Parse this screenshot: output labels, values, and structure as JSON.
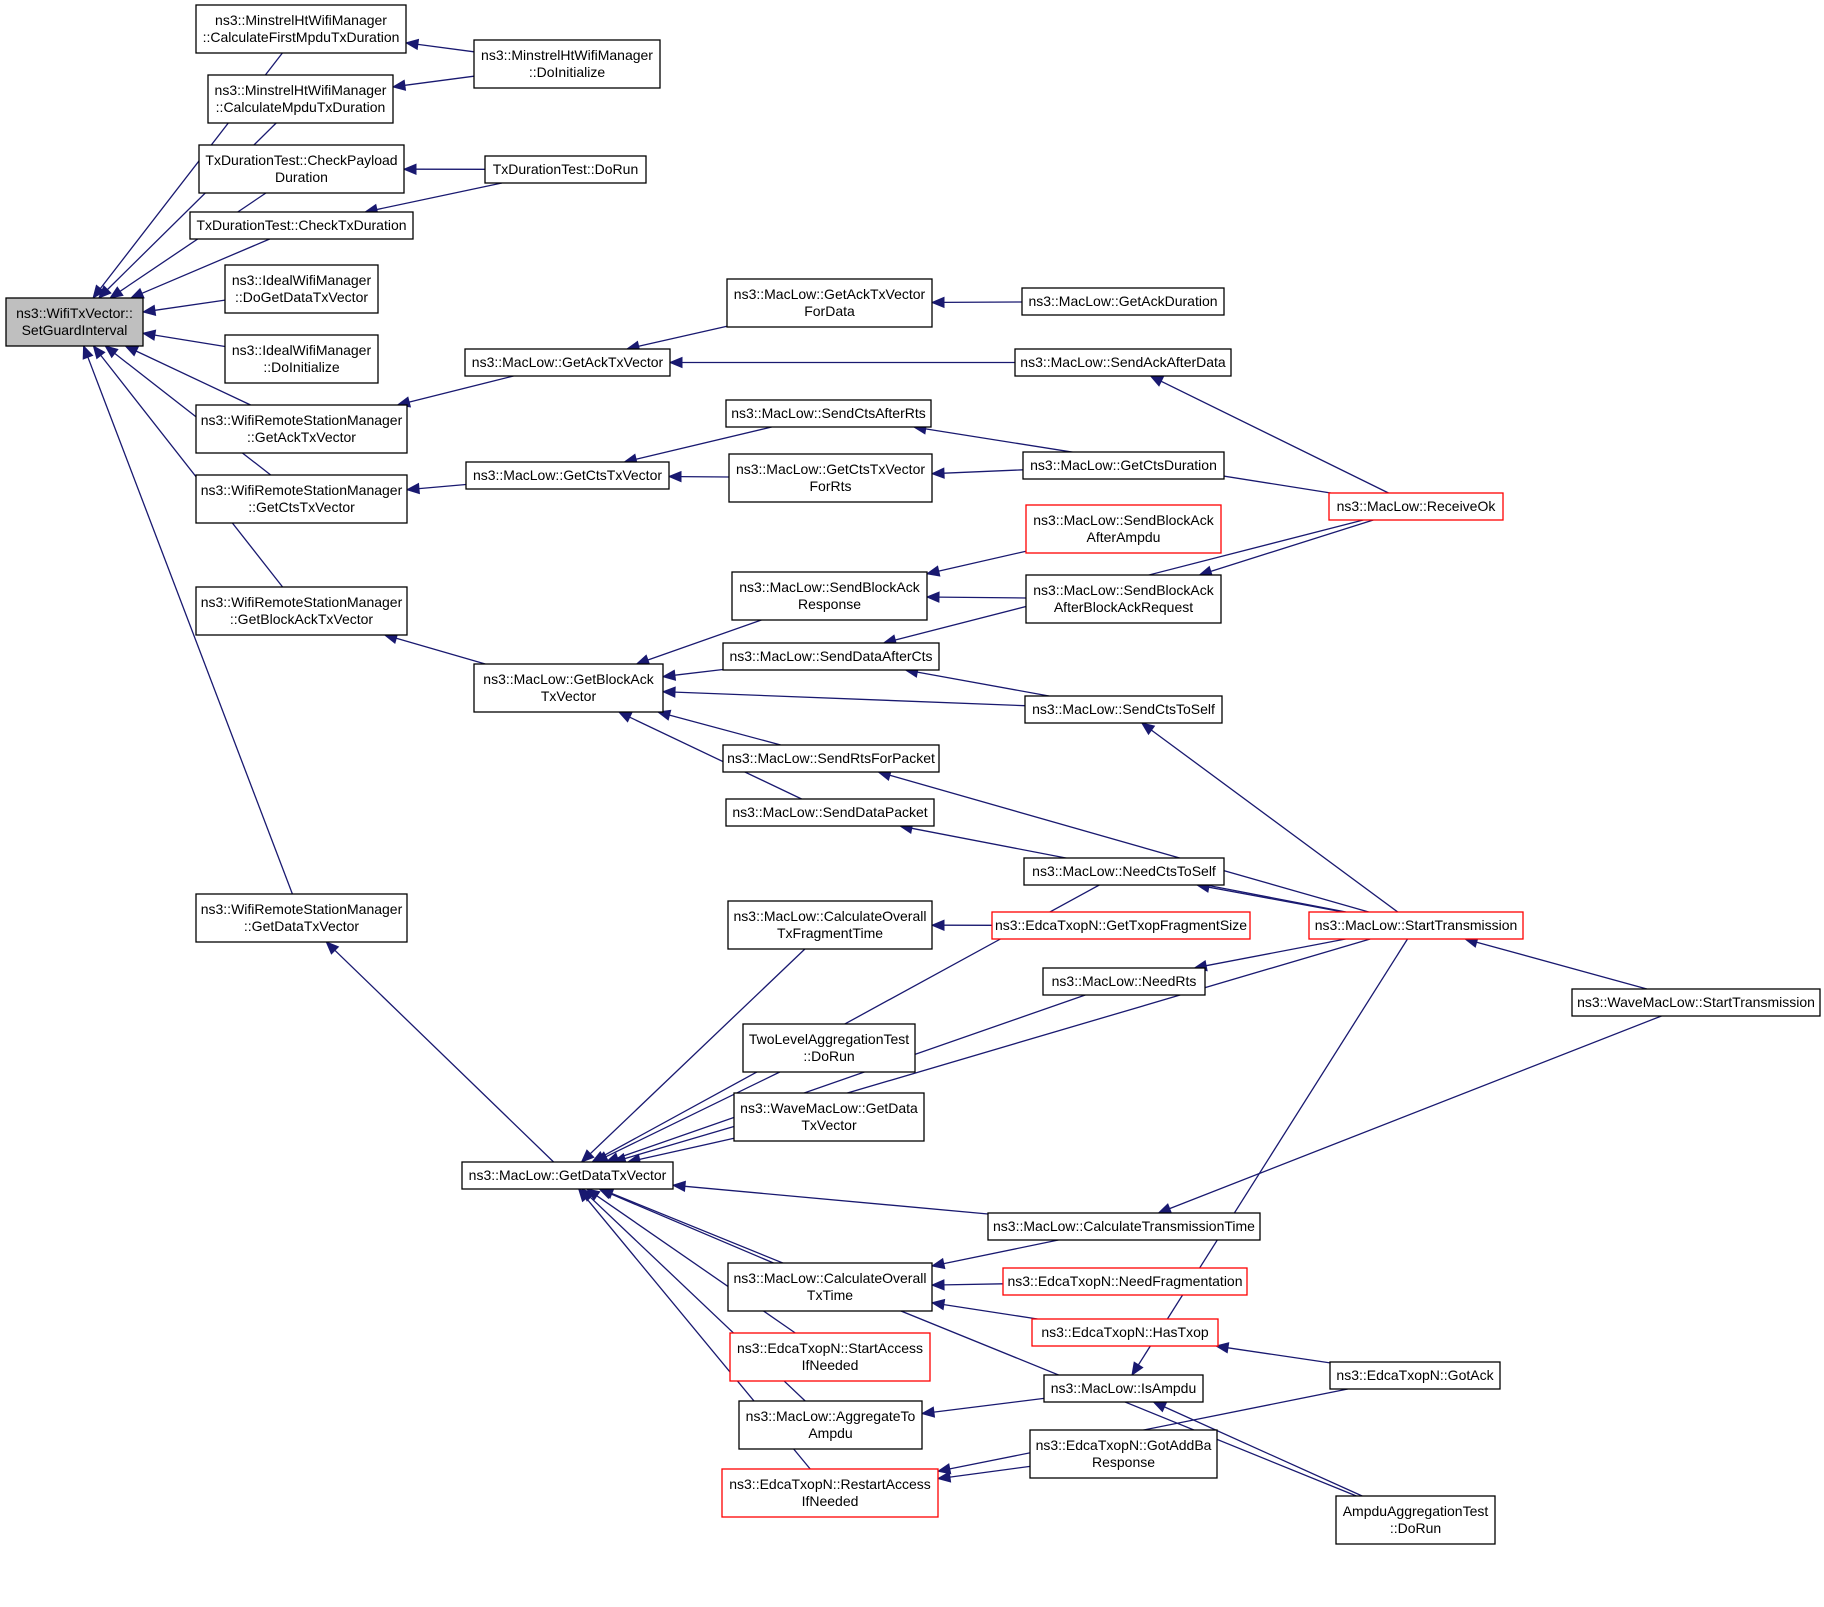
{
  "colors": {
    "edge": "#191970",
    "box_border": "#000000",
    "box_border_truncated": "#ff0000",
    "root_fill": "#bfbfbf",
    "box_fill": "#ffffff"
  },
  "nodes": [
    {
      "id": "root",
      "lines": [
        "ns3::WifiTxVector::",
        "SetGuardInterval"
      ],
      "style": "root"
    },
    {
      "id": "mh_first",
      "lines": [
        "ns3::MinstrelHtWifiManager",
        "::CalculateFirstMpduTxDuration"
      ],
      "style": "normal"
    },
    {
      "id": "mh_mpdu",
      "lines": [
        "ns3::MinstrelHtWifiManager",
        "::CalculateMpduTxDuration"
      ],
      "style": "normal"
    },
    {
      "id": "mh_doinit",
      "lines": [
        "ns3::MinstrelHtWifiManager",
        "::DoInitialize"
      ],
      "style": "normal"
    },
    {
      "id": "tdt_payload",
      "lines": [
        "TxDurationTest::CheckPayload",
        "Duration"
      ],
      "style": "normal"
    },
    {
      "id": "tdt_dorun",
      "lines": [
        "TxDurationTest::DoRun"
      ],
      "style": "normal"
    },
    {
      "id": "tdt_txdur",
      "lines": [
        "TxDurationTest::CheckTxDuration"
      ],
      "style": "normal"
    },
    {
      "id": "iw_getdata",
      "lines": [
        "ns3::IdealWifiManager",
        "::DoGetDataTxVector"
      ],
      "style": "normal"
    },
    {
      "id": "iw_doinit",
      "lines": [
        "ns3::IdealWifiManager",
        "::DoInitialize"
      ],
      "style": "normal"
    },
    {
      "id": "wrsm_ack",
      "lines": [
        "ns3::WifiRemoteStationManager",
        "::GetAckTxVector"
      ],
      "style": "normal"
    },
    {
      "id": "wrsm_cts",
      "lines": [
        "ns3::WifiRemoteStationManager",
        "::GetCtsTxVector"
      ],
      "style": "normal"
    },
    {
      "id": "wrsm_ba",
      "lines": [
        "ns3::WifiRemoteStationManager",
        "::GetBlockAckTxVector"
      ],
      "style": "normal"
    },
    {
      "id": "wrsm_data",
      "lines": [
        "ns3::WifiRemoteStationManager",
        "::GetDataTxVector"
      ],
      "style": "normal"
    },
    {
      "id": "ml_ack",
      "lines": [
        "ns3::MacLow::GetAckTxVector"
      ],
      "style": "normal"
    },
    {
      "id": "ml_ack_fd",
      "lines": [
        "ns3::MacLow::GetAckTxVector",
        "ForData"
      ],
      "style": "normal"
    },
    {
      "id": "ml_ackdur",
      "lines": [
        "ns3::MacLow::GetAckDuration"
      ],
      "style": "normal"
    },
    {
      "id": "ml_sendack",
      "lines": [
        "ns3::MacLow::SendAckAfterData"
      ],
      "style": "normal"
    },
    {
      "id": "ml_sendcts",
      "lines": [
        "ns3::MacLow::SendCtsAfterRts"
      ],
      "style": "normal"
    },
    {
      "id": "ml_cts",
      "lines": [
        "ns3::MacLow::GetCtsTxVector"
      ],
      "style": "normal"
    },
    {
      "id": "ml_cts_fr",
      "lines": [
        "ns3::MacLow::GetCtsTxVector",
        "ForRts"
      ],
      "style": "normal"
    },
    {
      "id": "ml_ctsdur",
      "lines": [
        "ns3::MacLow::GetCtsDuration"
      ],
      "style": "normal"
    },
    {
      "id": "ml_recv",
      "lines": [
        "ns3::MacLow::ReceiveOk"
      ],
      "style": "truncated"
    },
    {
      "id": "ml_sba_aa",
      "lines": [
        "ns3::MacLow::SendBlockAck",
        "AfterAmpdu"
      ],
      "style": "truncated"
    },
    {
      "id": "ml_sba_resp",
      "lines": [
        "ns3::MacLow::SendBlockAck",
        "Response"
      ],
      "style": "normal"
    },
    {
      "id": "ml_sba_abr",
      "lines": [
        "ns3::MacLow::SendBlockAck",
        "AfterBlockAckRequest"
      ],
      "style": "normal"
    },
    {
      "id": "ml_ba",
      "lines": [
        "ns3::MacLow::GetBlockAck",
        "TxVector"
      ],
      "style": "normal"
    },
    {
      "id": "ml_sdac",
      "lines": [
        "ns3::MacLow::SendDataAfterCts"
      ],
      "style": "normal"
    },
    {
      "id": "ml_ctsself",
      "lines": [
        "ns3::MacLow::SendCtsToSelf"
      ],
      "style": "normal"
    },
    {
      "id": "ml_rts",
      "lines": [
        "ns3::MacLow::SendRtsForPacket"
      ],
      "style": "normal"
    },
    {
      "id": "ml_sdp",
      "lines": [
        "ns3::MacLow::SendDataPacket"
      ],
      "style": "normal"
    },
    {
      "id": "ml_needcts",
      "lines": [
        "ns3::MacLow::NeedCtsToSelf"
      ],
      "style": "normal"
    },
    {
      "id": "ml_start",
      "lines": [
        "ns3::MacLow::StartTransmission"
      ],
      "style": "truncated"
    },
    {
      "id": "ml_cotft",
      "lines": [
        "ns3::MacLow::CalculateOverall",
        "TxFragmentTime"
      ],
      "style": "normal"
    },
    {
      "id": "ed_gtfs",
      "lines": [
        "ns3::EdcaTxopN::GetTxopFragmentSize"
      ],
      "style": "truncated"
    },
    {
      "id": "ml_needrts",
      "lines": [
        "ns3::MacLow::NeedRts"
      ],
      "style": "normal"
    },
    {
      "id": "wave_start",
      "lines": [
        "ns3::WaveMacLow::StartTransmission"
      ],
      "style": "normal"
    },
    {
      "id": "tla_dorun",
      "lines": [
        "TwoLevelAggregationTest",
        "::DoRun"
      ],
      "style": "normal"
    },
    {
      "id": "wave_gdtv",
      "lines": [
        "ns3::WaveMacLow::GetData",
        "TxVector"
      ],
      "style": "normal"
    },
    {
      "id": "ml_data",
      "lines": [
        "ns3::MacLow::GetDataTxVector"
      ],
      "style": "normal"
    },
    {
      "id": "ml_ctt",
      "lines": [
        "ns3::MacLow::CalculateTransmissionTime"
      ],
      "style": "normal"
    },
    {
      "id": "ml_cott",
      "lines": [
        "ns3::MacLow::CalculateOverall",
        "TxTime"
      ],
      "style": "normal"
    },
    {
      "id": "ed_needfrag",
      "lines": [
        "ns3::EdcaTxopN::NeedFragmentation"
      ],
      "style": "truncated"
    },
    {
      "id": "ed_hastxop",
      "lines": [
        "ns3::EdcaTxopN::HasTxop"
      ],
      "style": "truncated"
    },
    {
      "id": "ed_saif",
      "lines": [
        "ns3::EdcaTxopN::StartAccess",
        "IfNeeded"
      ],
      "style": "truncated"
    },
    {
      "id": "ml_isampdu",
      "lines": [
        "ns3::MacLow::IsAmpdu"
      ],
      "style": "normal"
    },
    {
      "id": "ed_gotack",
      "lines": [
        "ns3::EdcaTxopN::GotAck"
      ],
      "style": "normal"
    },
    {
      "id": "ml_aggr",
      "lines": [
        "ns3::MacLow::AggregateTo",
        "Ampdu"
      ],
      "style": "normal"
    },
    {
      "id": "ed_gotaddba",
      "lines": [
        "ns3::EdcaTxopN::GotAddBa",
        "Response"
      ],
      "style": "normal"
    },
    {
      "id": "ed_raif",
      "lines": [
        "ns3::EdcaTxopN::RestartAccess",
        "IfNeeded"
      ],
      "style": "truncated"
    },
    {
      "id": "aat_dorun",
      "lines": [
        "AmpduAggregationTest",
        "::DoRun"
      ],
      "style": "normal"
    }
  ],
  "edges": [
    {
      "from": "mh_first",
      "to": "root"
    },
    {
      "from": "mh_mpdu",
      "to": "root"
    },
    {
      "from": "mh_doinit",
      "to": "mh_first"
    },
    {
      "from": "mh_doinit",
      "to": "mh_mpdu"
    },
    {
      "from": "tdt_payload",
      "to": "root"
    },
    {
      "from": "tdt_txdur",
      "to": "root"
    },
    {
      "from": "tdt_dorun",
      "to": "tdt_payload"
    },
    {
      "from": "tdt_dorun",
      "to": "tdt_txdur"
    },
    {
      "from": "iw_getdata",
      "to": "root"
    },
    {
      "from": "iw_doinit",
      "to": "root"
    },
    {
      "from": "wrsm_ack",
      "to": "root"
    },
    {
      "from": "wrsm_cts",
      "to": "root"
    },
    {
      "from": "wrsm_ba",
      "to": "root"
    },
    {
      "from": "wrsm_data",
      "to": "root"
    },
    {
      "from": "ml_ack",
      "to": "wrsm_ack"
    },
    {
      "from": "ml_ack_fd",
      "to": "ml_ack"
    },
    {
      "from": "ml_sendack",
      "to": "ml_ack"
    },
    {
      "from": "ml_ackdur",
      "to": "ml_ack_fd"
    },
    {
      "from": "ml_recv",
      "to": "ml_sendack"
    },
    {
      "from": "ml_cts",
      "to": "wrsm_cts"
    },
    {
      "from": "ml_sendcts",
      "to": "ml_cts"
    },
    {
      "from": "ml_cts_fr",
      "to": "ml_cts"
    },
    {
      "from": "ml_ctsdur",
      "to": "ml_cts_fr"
    },
    {
      "from": "ml_recv",
      "to": "ml_sendcts"
    },
    {
      "from": "ml_ba",
      "to": "wrsm_ba"
    },
    {
      "from": "ml_sba_resp",
      "to": "ml_ba"
    },
    {
      "from": "ml_sdac",
      "to": "ml_ba"
    },
    {
      "from": "ml_ctsself",
      "to": "ml_ba"
    },
    {
      "from": "ml_rts",
      "to": "ml_ba"
    },
    {
      "from": "ml_sdp",
      "to": "ml_ba"
    },
    {
      "from": "ml_sba_aa",
      "to": "ml_sba_resp"
    },
    {
      "from": "ml_sba_abr",
      "to": "ml_sba_resp"
    },
    {
      "from": "ml_recv",
      "to": "ml_sba_abr"
    },
    {
      "from": "ml_recv",
      "to": "ml_sdac"
    },
    {
      "from": "ml_ctsself",
      "to": "ml_sdac"
    },
    {
      "from": "ml_start",
      "to": "ml_ctsself"
    },
    {
      "from": "ml_start",
      "to": "ml_rts"
    },
    {
      "from": "ml_start",
      "to": "ml_sdp"
    },
    {
      "from": "ml_start",
      "to": "ml_needcts"
    },
    {
      "from": "ml_start",
      "to": "ml_needrts"
    },
    {
      "from": "wave_start",
      "to": "ml_start"
    },
    {
      "from": "ml_data",
      "to": "wrsm_data"
    },
    {
      "from": "ml_needcts",
      "to": "ml_data"
    },
    {
      "from": "ml_cotft",
      "to": "ml_data"
    },
    {
      "from": "ed_gtfs",
      "to": "ml_cotft"
    },
    {
      "from": "ml_needrts",
      "to": "ml_data"
    },
    {
      "from": "tla_dorun",
      "to": "ml_data"
    },
    {
      "from": "wave_gdtv",
      "to": "ml_data"
    },
    {
      "from": "ml_start",
      "to": "ml_data"
    },
    {
      "from": "ml_ctt",
      "to": "ml_data"
    },
    {
      "from": "wave_start",
      "to": "ml_ctt"
    },
    {
      "from": "ml_cott",
      "to": "ml_data"
    },
    {
      "from": "ml_ctt",
      "to": "ml_cott"
    },
    {
      "from": "ed_needfrag",
      "to": "ml_cott"
    },
    {
      "from": "ed_hastxop",
      "to": "ml_cott"
    },
    {
      "from": "ed_gotack",
      "to": "ed_hastxop"
    },
    {
      "from": "ed_saif",
      "to": "ml_data"
    },
    {
      "from": "ml_aggr",
      "to": "ml_data"
    },
    {
      "from": "ml_isampdu",
      "to": "ml_aggr"
    },
    {
      "from": "ml_start",
      "to": "ml_isampdu"
    },
    {
      "from": "aat_dorun",
      "to": "ml_isampdu"
    },
    {
      "from": "ed_raif",
      "to": "ml_data"
    },
    {
      "from": "ed_gotaddba",
      "to": "ed_raif"
    },
    {
      "from": "ed_gotack",
      "to": "ed_raif"
    },
    {
      "from": "aat_dorun",
      "to": "ml_data"
    }
  ]
}
